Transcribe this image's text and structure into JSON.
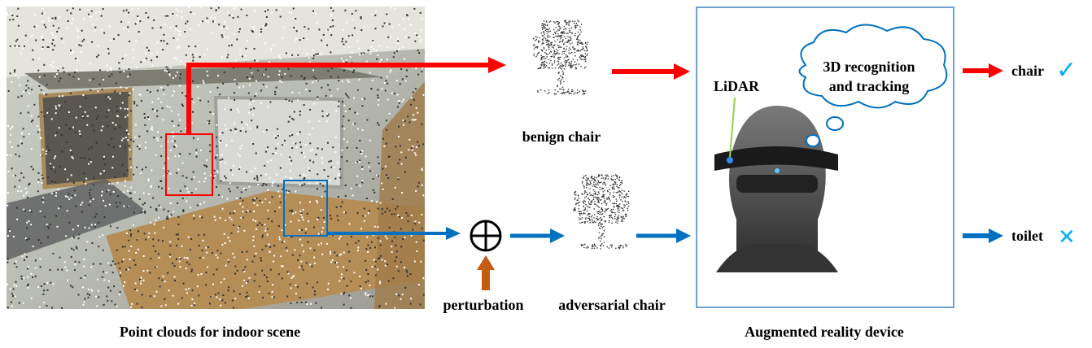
{
  "scene": {
    "caption": "Point clouds for indoor scene"
  },
  "benign": {
    "label": "benign chair"
  },
  "adversarial": {
    "label": "adversarial chair"
  },
  "perturbation": {
    "label": "perturbation",
    "operator": "⊕"
  },
  "device": {
    "caption": "Augmented reality device",
    "sensor_label": "LiDAR",
    "thought_line1": "3D recognition",
    "thought_line2": "and tracking"
  },
  "outputs": [
    {
      "label": "chair",
      "result_icon": "check-icon",
      "mark": "✓"
    },
    {
      "label": "toilet",
      "result_icon": "cross-icon",
      "mark": "✕"
    }
  ],
  "colors": {
    "benign_path": "#ff0000",
    "adversarial_path": "#0070c0",
    "perturbation": "#c55a11",
    "box": "#6fa0d0",
    "mark": "#00b0f0"
  }
}
